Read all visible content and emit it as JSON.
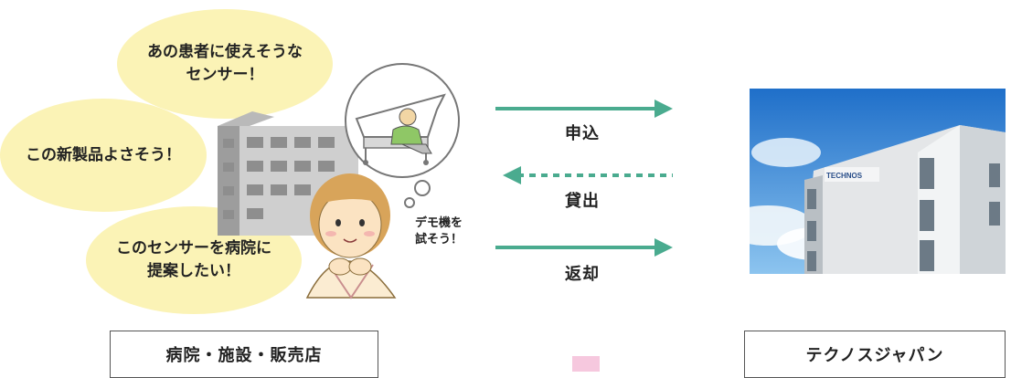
{
  "bubbles": {
    "top": "あの患者に使えそうな\nセンサー！",
    "middle": "この新製品よさそう！",
    "bottom": "このセンサーを病院に\n提案したい！"
  },
  "nurse_speech": "デモ機を\n試そう！",
  "arrows": {
    "apply": "申込",
    "lend": "貸出",
    "return": "返却"
  },
  "labels": {
    "hospital": "病院・施設・販売店",
    "company": "テクノスジャパン"
  },
  "building_sign": "TECHNOS",
  "colors": {
    "arrow": "#4aab8f",
    "bubble": "#fbf3b6",
    "pink_marker": "#f6c8de"
  }
}
